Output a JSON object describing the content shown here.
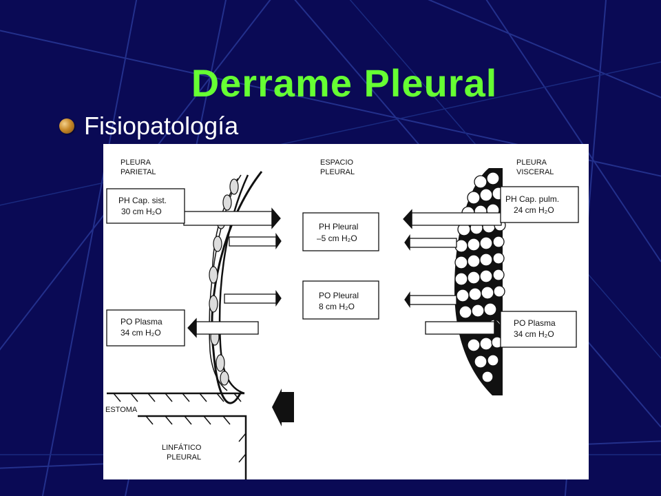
{
  "slide": {
    "title": "Derrame Pleural",
    "bullet": "Fisiopatología",
    "colors": {
      "background": "#0a0a55",
      "title": "#66ff33",
      "text": "#ffffff",
      "bullet_icon": "#c88a2a"
    }
  },
  "figure": {
    "headers": {
      "parietal": [
        "PLEURA",
        "PARIETAL"
      ],
      "espacio": [
        "ESPACIO",
        "PLEURAL"
      ],
      "visceral": [
        "PLEURA",
        "VISCERAL"
      ]
    },
    "boxes": {
      "ph_cap_sist": [
        "PH Cap. sist.",
        "30 cm H₂O"
      ],
      "po_plasma_left": [
        "PO Plasma",
        "34 cm H₂O"
      ],
      "ph_pleural": [
        "PH Pleural",
        "–5 cm H₂O"
      ],
      "po_pleural": [
        "PO Pleural",
        "8 cm H₂O"
      ],
      "ph_cap_pulm": [
        "PH Cap. pulm.",
        "24 cm H₂O"
      ],
      "po_plasma_right": [
        "PO Plasma",
        "34 cm H₂O"
      ]
    },
    "labels": {
      "estoma": "ESTOMA",
      "linfatico": [
        "LINFÁTICO",
        "PLEURAL"
      ]
    }
  }
}
